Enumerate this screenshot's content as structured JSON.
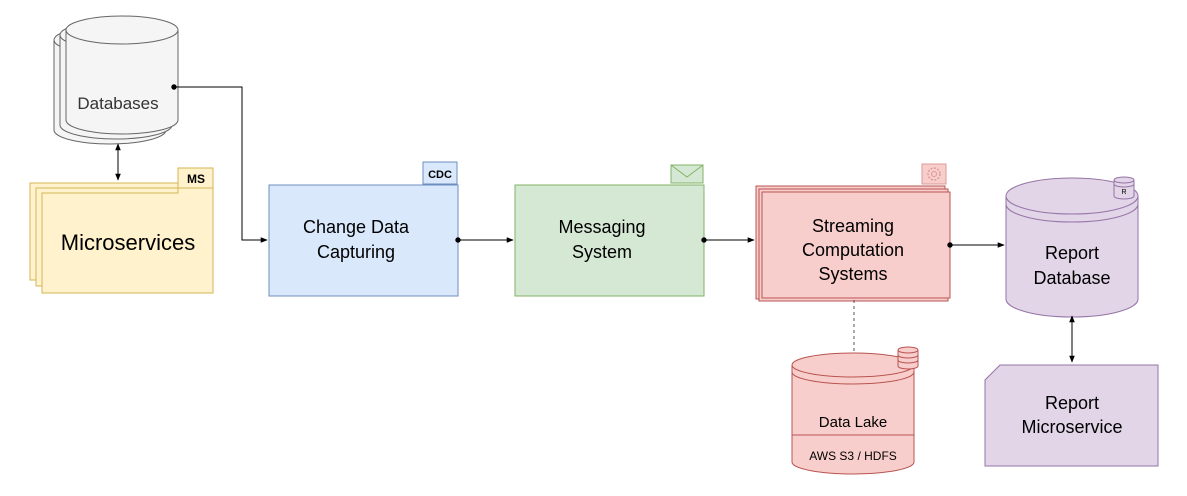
{
  "diagram": {
    "nodes": {
      "databases": {
        "label": "Databases"
      },
      "microservices": {
        "label": "Microservices",
        "badge": "MS"
      },
      "cdc": {
        "line1": "Change Data",
        "line2": "Capturing",
        "badge": "CDC"
      },
      "messaging": {
        "line1": "Messaging",
        "line2": "System"
      },
      "streaming": {
        "line1": "Streaming",
        "line2": "Computation",
        "line3": "Systems"
      },
      "report_db": {
        "line1": "Report",
        "line2": "Database",
        "badge": "R"
      },
      "data_lake": {
        "label": "Data Lake",
        "sublabel": "AWS S3 / HDFS"
      },
      "report_ms": {
        "line1": "Report",
        "line2": "Microservice"
      }
    },
    "colors": {
      "blue_fill": "#dae8fc",
      "blue_stroke": "#6c8ebf",
      "green_fill": "#d5e8d4",
      "green_stroke": "#82b366",
      "red_fill": "#f8cecc",
      "red_stroke": "#b85450",
      "yellow_fill": "#fff2cc",
      "yellow_stroke": "#d6b656",
      "purple_fill": "#e1d5e7",
      "purple_stroke": "#9673a6",
      "gray_fill": "#f5f5f5",
      "gray_stroke": "#666666"
    }
  }
}
